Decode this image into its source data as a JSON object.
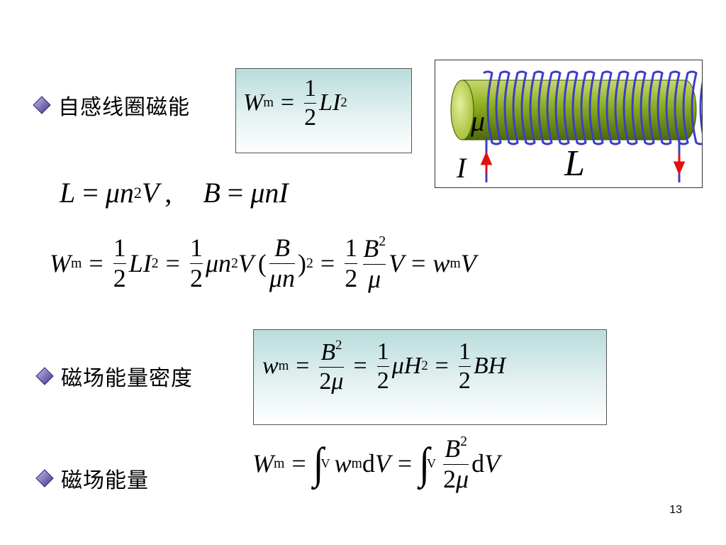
{
  "bullets": {
    "self_inductance": "自感线圈磁能",
    "energy_density": "磁场能量密度",
    "field_energy": "磁场能量"
  },
  "symbols": {
    "W": "W",
    "m": "m",
    "w": "w",
    "L": "L",
    "I": "I",
    "B": "B",
    "H": "H",
    "V": "V",
    "n": "n",
    "mu": "μ",
    "d": "d",
    "one": "1",
    "two": "2",
    "eq": "=",
    "comma": ",",
    "lparen": "(",
    "rparen": ")",
    "integral": "∫"
  },
  "diagram": {
    "mu_label": "μ",
    "current_label": "I",
    "inductance_label": "L",
    "core_color": "#8aac1c",
    "coil_color": "#3a3fc8",
    "arrow_color": "#e01010"
  },
  "colors": {
    "diamond_fill": "#5a4fa8",
    "box_top": "#b9dcdc"
  },
  "page_number": "13"
}
